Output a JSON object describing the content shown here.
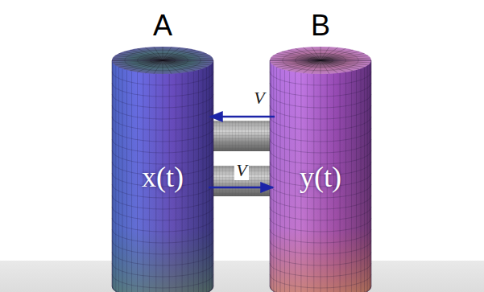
{
  "diagram": {
    "nodes": [
      {
        "text": [
          "A",
          "x(t)"
        ]
      },
      {
        "text": [
          "B",
          "y(t)"
        ]
      }
    ],
    "edges": [
      {
        "from": 1,
        "to": 0,
        "arrow": "to",
        "label": "V"
      },
      {
        "from": 0,
        "to": 1,
        "arrow": "to",
        "label": "V"
      }
    ]
  }
}
